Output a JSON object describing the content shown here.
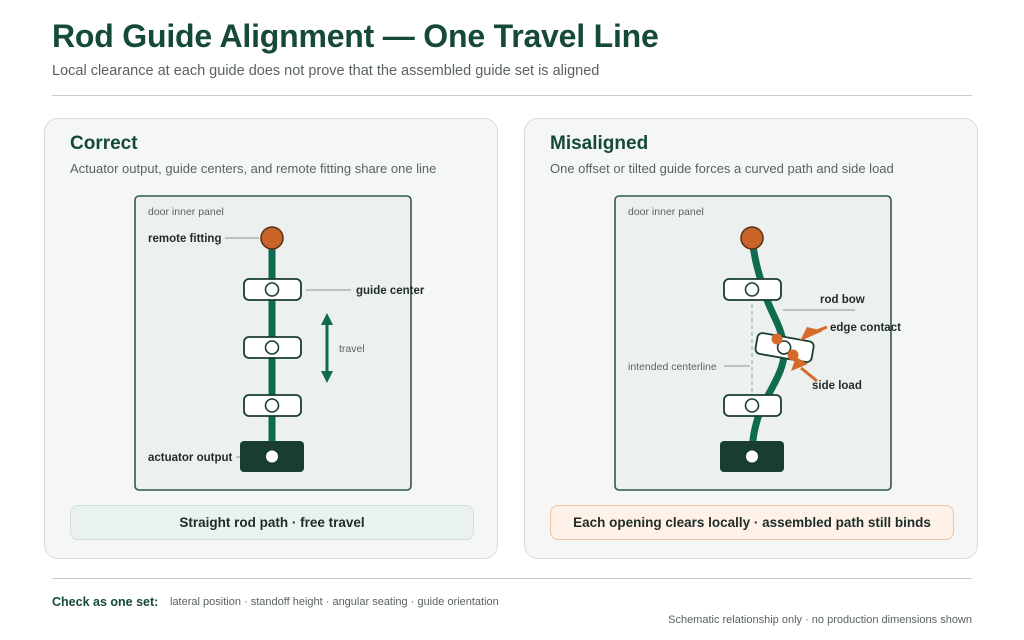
{
  "header": {
    "title": "Rod Guide Alignment — One Travel Line",
    "subtitle": "Local clearance at each guide does not prove that the assembled guide set is aligned"
  },
  "colors": {
    "rod": "#0f6b4f",
    "fitting": "#c9652a",
    "actuator": "#1a3d31",
    "panel_stroke": "#2f5a4b",
    "accent_warning": "#d56a2b"
  },
  "correct": {
    "title": "Correct",
    "subtitle": "Actuator output, guide centers, and remote fitting share one line",
    "diagram": {
      "panel_label": "door inner panel",
      "remote_fitting_label": "remote fitting",
      "guide_center_label": "guide center",
      "travel_label": "travel",
      "actuator_label": "actuator output"
    },
    "callout": "Straight rod path · free travel"
  },
  "misaligned": {
    "title": "Misaligned",
    "subtitle": "One offset or tilted guide forces a curved path and side load",
    "diagram": {
      "panel_label": "door inner panel",
      "rod_bow_label": "rod bow",
      "edge_contact_label": "edge contact",
      "centerline_label": "intended centerline",
      "side_load_label": "side load"
    },
    "callout": "Each opening clears locally · assembled path still binds"
  },
  "footer": {
    "check_label": "Check as one set:",
    "check_items": "lateral position · standoff height · angular seating · guide orientation",
    "note": "Schematic relationship only · no production dimensions shown"
  }
}
